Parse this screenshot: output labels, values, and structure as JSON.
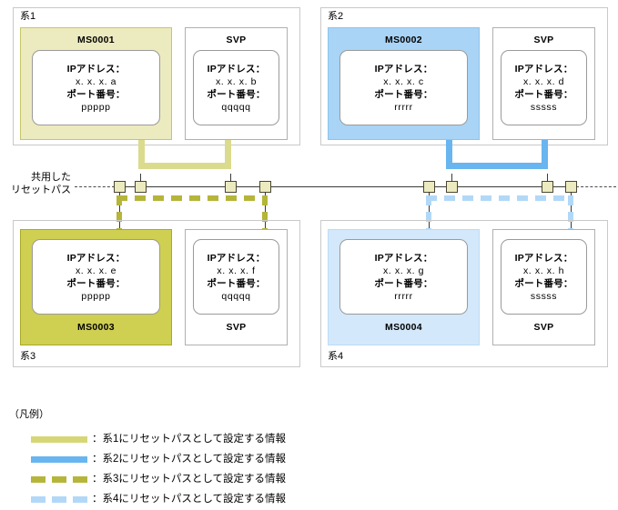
{
  "diagram": {
    "bus_caption_line1": "共用した",
    "bus_caption_line2": "リセットパス",
    "systems": [
      {
        "id": "sys1",
        "label": "系1",
        "units": [
          {
            "name": "MS0001",
            "title_position": "top",
            "fill": "#eceabf",
            "lines": [
              "IPアドレス：",
              "x. x. x. a",
              "ポート番号：",
              "ppppp"
            ]
          },
          {
            "name": "SVP",
            "title_position": "top",
            "fill": "#ffffff",
            "lines": [
              "IPアドレス：",
              "x. x. x. b",
              "ポート番号：",
              "qqqqq"
            ]
          }
        ]
      },
      {
        "id": "sys2",
        "label": "系2",
        "units": [
          {
            "name": "MS0002",
            "title_position": "top",
            "fill": "#a9d4f5",
            "lines": [
              "IPアドレス：",
              "x. x. x. c",
              "ポート番号：",
              "rrrrr"
            ]
          },
          {
            "name": "SVP",
            "title_position": "top",
            "fill": "#ffffff",
            "lines": [
              "IPアドレス：",
              "x. x. x. d",
              "ポート番号：",
              "sssss"
            ]
          }
        ]
      },
      {
        "id": "sys3",
        "label": "系3",
        "units": [
          {
            "name": "MS0003",
            "title_position": "bottom",
            "fill": "#cfcf52",
            "lines": [
              "IPアドレス：",
              "x. x. x. e",
              "ポート番号：",
              "ppppp"
            ]
          },
          {
            "name": "SVP",
            "title_position": "bottom",
            "fill": "#ffffff",
            "lines": [
              "IPアドレス：",
              "x. x. x. f",
              "ポート番号：",
              "qqqqq"
            ]
          }
        ]
      },
      {
        "id": "sys4",
        "label": "系4",
        "units": [
          {
            "name": "MS0004",
            "title_position": "bottom",
            "fill": "#d3e8fa",
            "lines": [
              "IPアドレス：",
              "x. x. x. g",
              "ポート番号：",
              "rrrrr"
            ]
          },
          {
            "name": "SVP",
            "title_position": "bottom",
            "fill": "#ffffff",
            "lines": [
              "IPアドレス：",
              "x. x. x. h",
              "ポート番号：",
              "sssss"
            ]
          }
        ]
      }
    ]
  },
  "legend": {
    "title": "（凡例）",
    "items": [
      {
        "style": "solid",
        "color": "#d6d676",
        "separator": "：",
        "text": "系1にリセットパスとして設定する情報"
      },
      {
        "style": "solid",
        "color": "#68b5f0",
        "separator": "：",
        "text": "系2にリセットパスとして設定する情報"
      },
      {
        "style": "dashed",
        "color": "#b5b53a",
        "separator": "：",
        "text": "系3にリセットパスとして設定する情報"
      },
      {
        "style": "dashed",
        "color": "#b2d8f7",
        "separator": "：",
        "text": "系4にリセットパスとして設定する情報"
      }
    ]
  }
}
